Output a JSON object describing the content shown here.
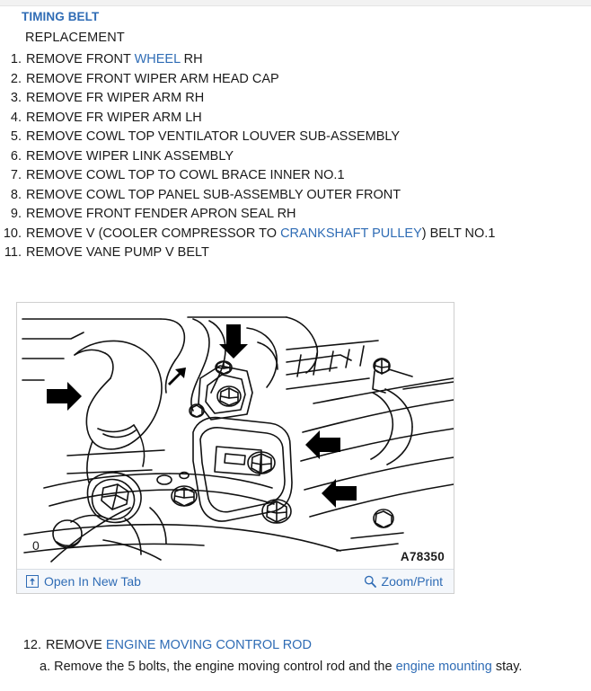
{
  "document": {
    "section_title": "TIMING BELT",
    "subsection_title": "REPLACEMENT"
  },
  "steps": [
    {
      "num": "1.",
      "pre": "REMOVE FRONT ",
      "link": "WHEEL",
      "post": " RH"
    },
    {
      "num": "2.",
      "pre": "REMOVE FRONT WIPER ARM HEAD CAP",
      "link": "",
      "post": ""
    },
    {
      "num": "3.",
      "pre": "REMOVE FR WIPER ARM RH",
      "link": "",
      "post": ""
    },
    {
      "num": "4.",
      "pre": "REMOVE FR WIPER ARM LH",
      "link": "",
      "post": ""
    },
    {
      "num": "5.",
      "pre": "REMOVE COWL TOP VENTILATOR LOUVER SUB-ASSEMBLY",
      "link": "",
      "post": ""
    },
    {
      "num": "6.",
      "pre": "REMOVE WIPER LINK ASSEMBLY",
      "link": "",
      "post": ""
    },
    {
      "num": "7.",
      "pre": "REMOVE COWL TOP TO COWL BRACE INNER NO.1",
      "link": "",
      "post": ""
    },
    {
      "num": "8.",
      "pre": "REMOVE COWL TOP PANEL SUB-ASSEMBLY OUTER FRONT",
      "link": "",
      "post": ""
    },
    {
      "num": "9.",
      "pre": "REMOVE FRONT FENDER APRON SEAL RH",
      "link": "",
      "post": ""
    },
    {
      "num": "10.",
      "pre": "REMOVE V (COOLER COMPRESSOR TO ",
      "link": "CRANKSHAFT PULLEY",
      "post": ") BELT NO.1"
    },
    {
      "num": "11.",
      "pre": "REMOVE VANE PUMP V BELT",
      "link": "",
      "post": ""
    }
  ],
  "figure": {
    "code": "A78350",
    "corner_label": "0",
    "open_new_tab_label": "Open In New Tab",
    "open_new_tab_icon": "external-link-icon",
    "zoom_print_label": "Zoom/Print",
    "zoom_print_icon": "magnifier-icon",
    "bar_background": "#f4f7fb",
    "link_color": "#2f6cb5"
  },
  "bottom": {
    "step12_num": "12.",
    "step12_pre": "REMOVE ",
    "step12_link": "ENGINE MOVING CONTROL ROD",
    "step12_post": "",
    "sub_a_num": "a.",
    "sub_a_pre": "Remove the 5 bolts, the engine moving control rod and the ",
    "sub_a_link": "engine mounting",
    "sub_a_post": " stay."
  }
}
